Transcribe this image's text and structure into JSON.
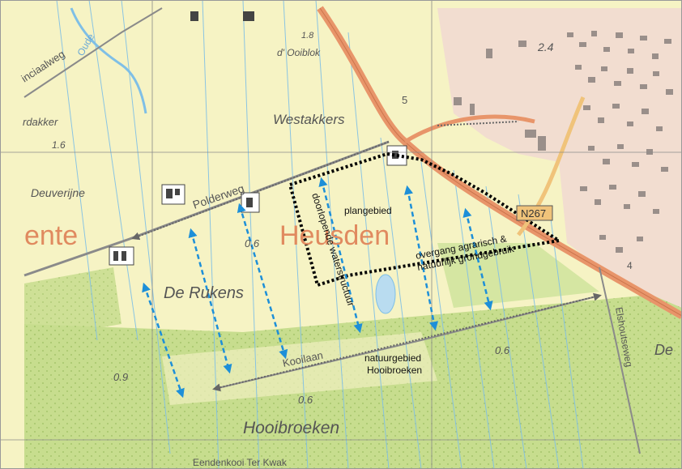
{
  "map": {
    "places": {
      "ente": "ente",
      "heusden": "Heusden",
      "de_rukens": "De Rukens",
      "hooibroeken": "Hooibroeken",
      "westakkers": "Westakkers",
      "deuverijne": "Deuverijne",
      "ooiblok": "d' Ooiblok",
      "rdakker": "rdakker",
      "de": "De",
      "eendenkooi": "Eendenkooi Ter Kwak"
    },
    "roads": {
      "polderweg": "Polderweg",
      "kooilaan": "Kooilaan",
      "elshoutseweg": "Elshoutseweg",
      "inciaalweg": "inciaalweg",
      "oude": "Oude",
      "n267": "N267"
    },
    "heights": {
      "h1_8": "1.8",
      "h2_4": "2.4",
      "h1_6": "1.6",
      "h0_6a": "0.6",
      "h0_6b": "0.6",
      "h0_6c": "0.6",
      "h0_9": "0.9",
      "km5": "5",
      "km4": "4"
    },
    "annotations": {
      "plangebied": "plangebied",
      "waterstructuur": "doorlopende waterstructuur",
      "overgang_1": "overgang agrarisch &",
      "overgang_2": "natuurlijk grondgebruik",
      "natuur_1": "natuurgebied",
      "natuur_2": "Hooibroeken"
    },
    "colors": {
      "farmland": "#f6f3c4",
      "forest": "#c7dd8e",
      "urban": "#f2ddd0",
      "road_main": "#e8956a",
      "ditch": "#7fbfe6",
      "arrow": "#1d8fd8",
      "boundary": "#000000",
      "place_label": "#e08a5f"
    }
  }
}
